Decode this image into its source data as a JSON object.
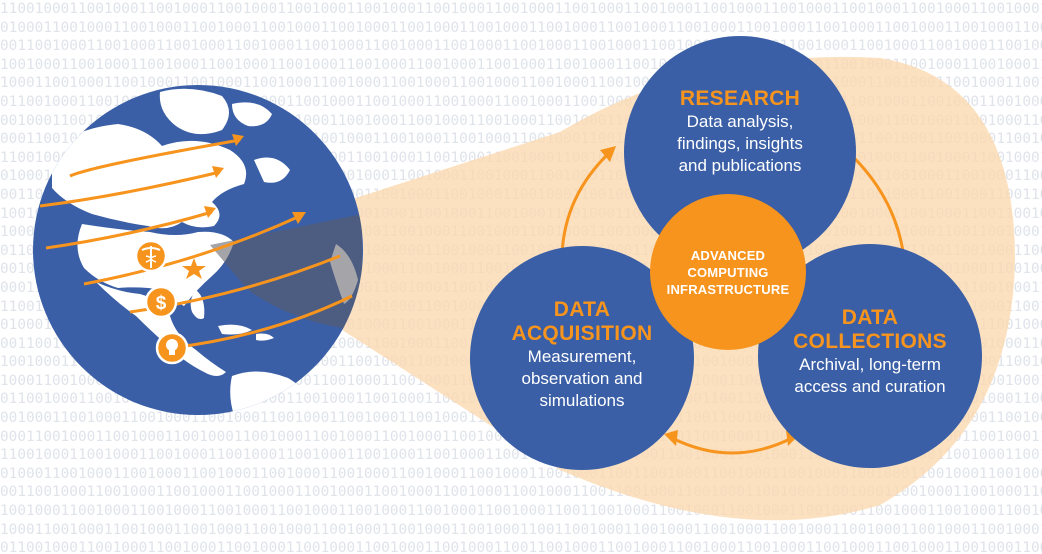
{
  "background": {
    "binary_pattern": "1100100011001000110010001100100011001000110010001100100011001000110010001100100011001000110010001100100011001000110010001100100011001000110010001100"
  },
  "colors": {
    "blue": "#3a5fa6",
    "orange": "#f7941d",
    "peach": "#fbd8ae",
    "binary_text": "#dfe3ea"
  },
  "diagram": {
    "center": {
      "lines": [
        "ADVANCED",
        "COMPUTING",
        "INFRASTRUCTURE"
      ]
    },
    "research": {
      "title_lines": [
        "RESEARCH"
      ],
      "desc_lines": [
        "Data analysis,",
        "findings, insights",
        "and publications"
      ]
    },
    "acquisition": {
      "title_lines": [
        "DATA",
        "ACQUISITION"
      ],
      "desc_lines": [
        "Measurement,",
        "observation and",
        "simulations"
      ]
    },
    "collections": {
      "title_lines": [
        "DATA",
        "COLLECTIONS"
      ],
      "desc_lines": [
        "Archival, long-term",
        "access and curation"
      ]
    }
  },
  "globe": {
    "icons": [
      "medical-caduceus-icon",
      "dollar-icon",
      "lightbulb-icon",
      "star-marker-icon"
    ]
  }
}
